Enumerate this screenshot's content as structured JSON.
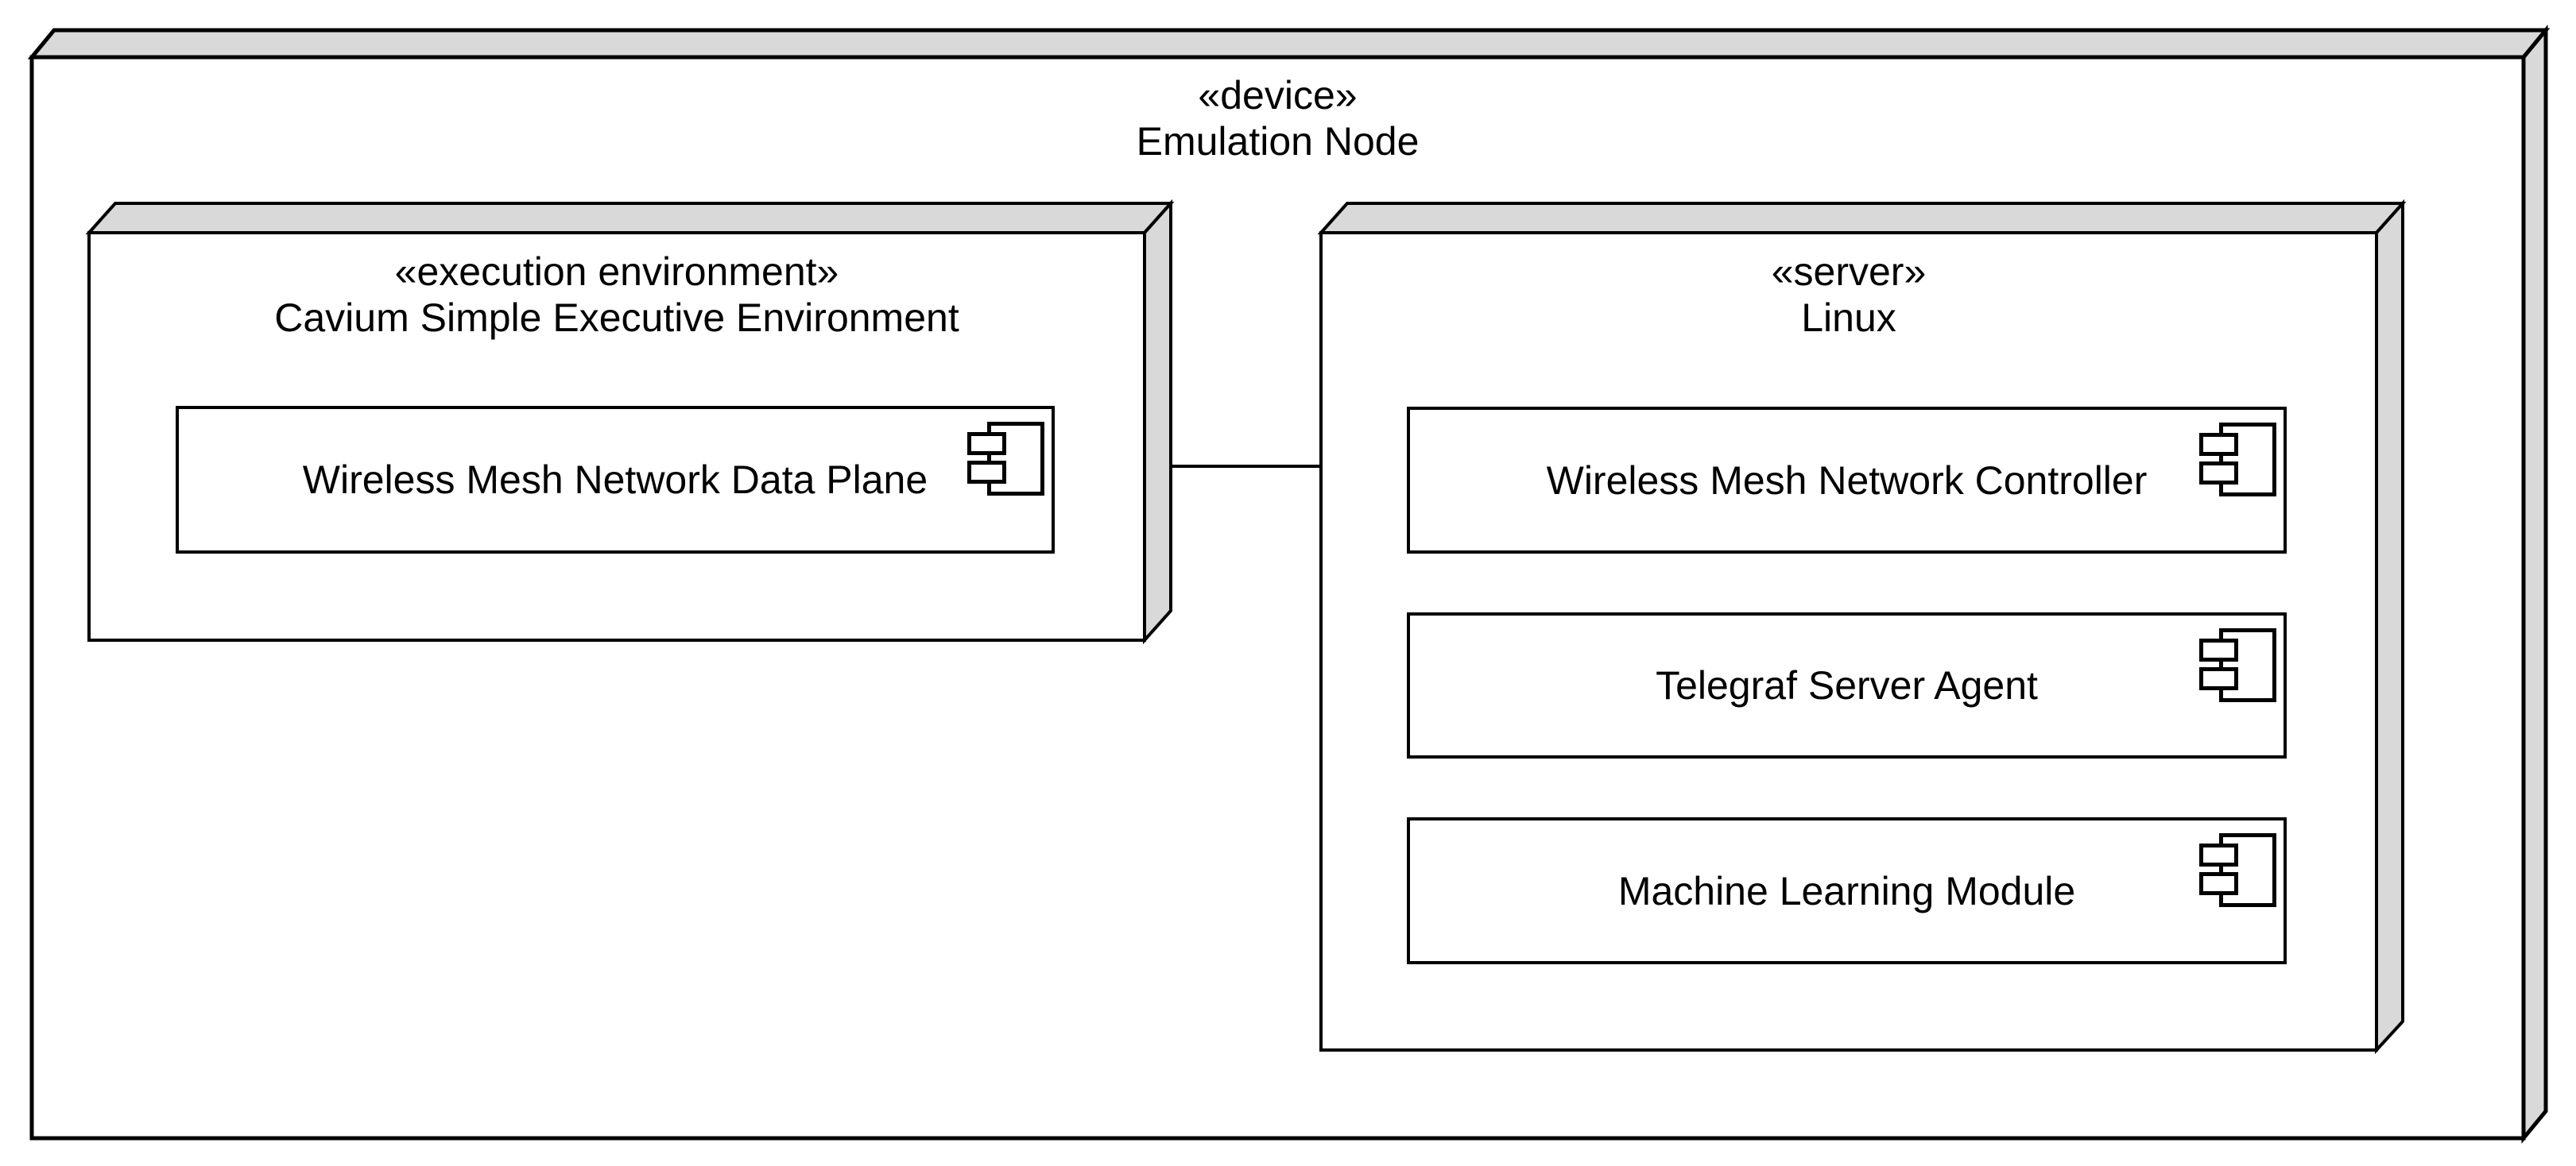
{
  "colors": {
    "face": "#d9d9d9",
    "front": "#ffffff",
    "stroke": "#000000"
  },
  "device": {
    "stereotype": "«device»",
    "name": "Emulation Node",
    "nodes": {
      "execution_environment": {
        "stereotype": "«execution environment»",
        "name": "Cavium Simple Executive Environment",
        "components": [
          {
            "name": "Wireless Mesh Network Data Plane"
          }
        ]
      },
      "server": {
        "stereotype": "«server»",
        "name": "Linux",
        "components": [
          {
            "name": "Wireless Mesh Network Controller"
          },
          {
            "name": "Telegraf Server Agent"
          },
          {
            "name": "Machine Learning Module"
          }
        ]
      }
    }
  }
}
